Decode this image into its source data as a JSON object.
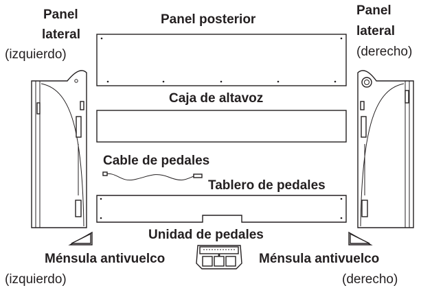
{
  "labels": {
    "left_side_panel_title": "Panel",
    "left_side_panel_title2": "lateral",
    "left_side_panel_side": "(izquierdo)",
    "right_side_panel_title": "Panel",
    "right_side_panel_title2": "lateral",
    "right_side_panel_side": "(derecho)",
    "back_panel": "Panel posterior",
    "speaker_box": "Caja de altavoz",
    "pedal_cable": "Cable de pedales",
    "pedal_board": "Tablero de pedales",
    "pedal_unit": "Unidad de pedales",
    "left_bracket": "Ménsula antivuelco",
    "left_bracket_side": "(izquierdo)",
    "right_bracket": "Ménsula antivuelco",
    "right_bracket_side": "(derecho)"
  }
}
